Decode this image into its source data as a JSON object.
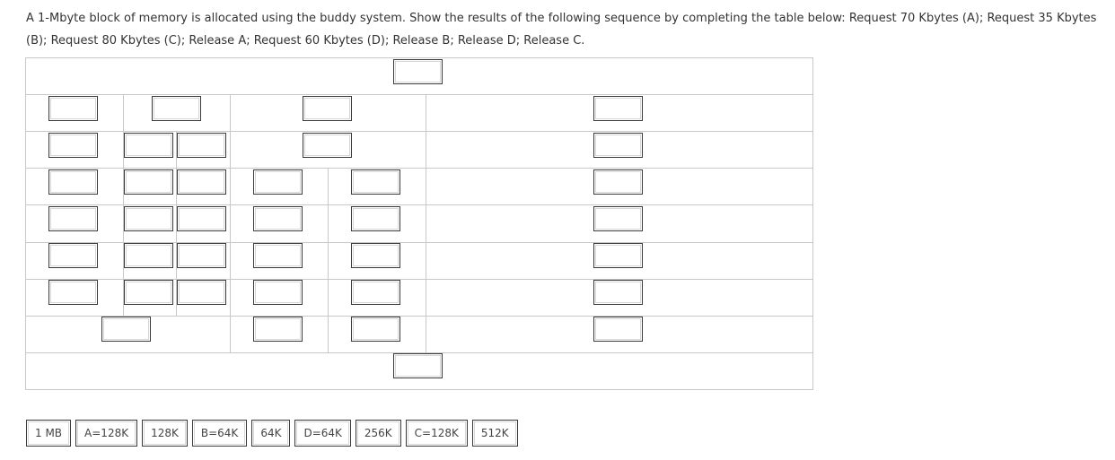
{
  "question": {
    "text": "A 1-Mbyte block of memory is allocated using the buddy system. Show the results of the following sequence by completing the table below: Request 70 Kbytes (A); Request 35 Kbytes (B); Request 80 Kbytes (C); Release A; Request 60 Kbytes (D); Release B; Release D; Release C."
  },
  "answer_options": [
    {
      "label": "1 MB"
    },
    {
      "label": "A=128K"
    },
    {
      "label": "128K"
    },
    {
      "label": "B=64K"
    },
    {
      "label": "64K"
    },
    {
      "label": "D=64K"
    },
    {
      "label": "256K"
    },
    {
      "label": "C=128K"
    },
    {
      "label": "512K"
    }
  ]
}
